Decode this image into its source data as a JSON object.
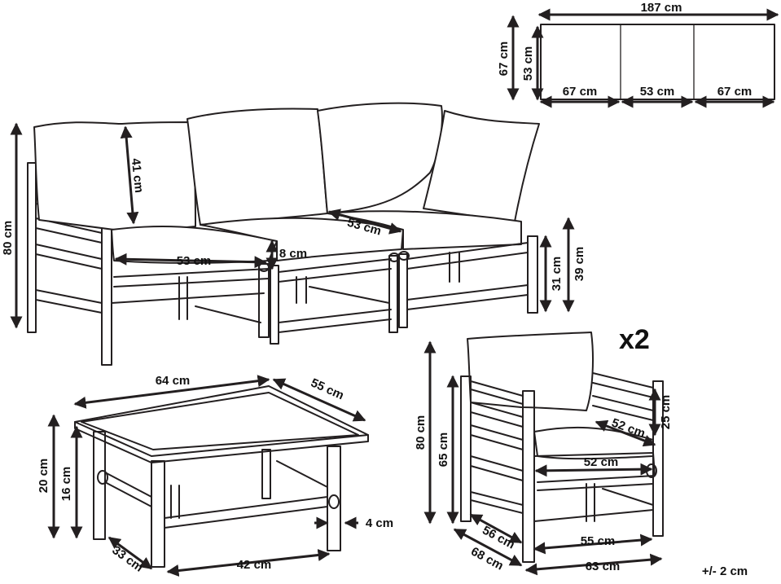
{
  "top_view": {
    "total_width": "187 cm",
    "depth_outer": "67 cm",
    "depth_inner": "53 cm",
    "left_width": "67 cm",
    "middle_width": "53 cm",
    "right_width": "67 cm"
  },
  "sofa": {
    "height": "80 cm",
    "back_cushion": "41 cm",
    "seat_depth": "53 cm",
    "arm_gap": "8 cm",
    "seat_width": "53 cm",
    "seat_height": "31 cm",
    "seat_top_height": "39 cm"
  },
  "table": {
    "width": "64 cm",
    "depth": "55 cm",
    "height": "20 cm",
    "inner_height": "16 cm",
    "leg": "4 cm",
    "base_depth": "33 cm",
    "base_width": "42 cm"
  },
  "chair": {
    "quantity": "x2",
    "height": "80 cm",
    "back_height": "65 cm",
    "arm_height": "25 cm",
    "seat_depth": "52 cm",
    "seat_width": "52 cm",
    "inner_depth": "56 cm",
    "inner_width": "55 cm",
    "outer_depth": "68 cm",
    "outer_width": "63 cm"
  },
  "tolerance": "+/- 2 cm"
}
